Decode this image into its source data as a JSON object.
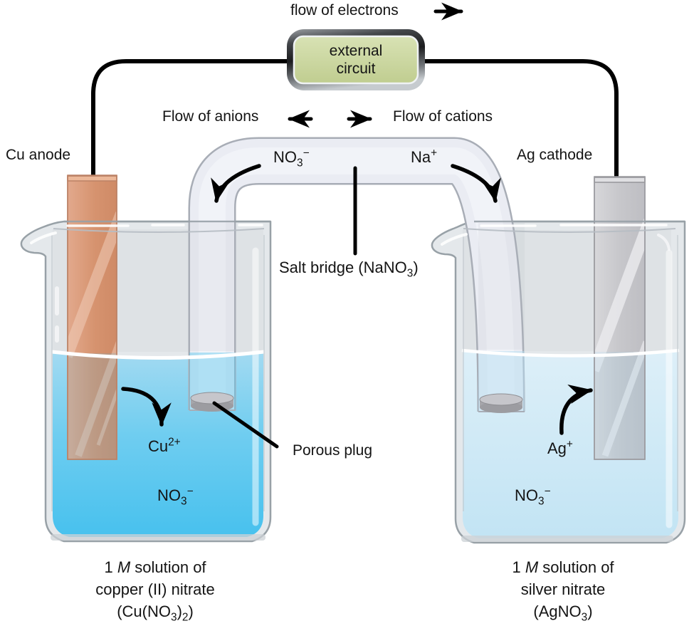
{
  "top": {
    "flow_of_electrons": "flow of electrons",
    "external_circuit": "external circuit"
  },
  "salt_bridge": {
    "flow_of_anions": "Flow of anions",
    "flow_of_cations": "Flow of cations",
    "label": [
      [
        "t",
        "Salt bridge (NaNO"
      ],
      [
        "s",
        "3"
      ],
      [
        "t",
        ")"
      ]
    ],
    "anion": [
      [
        "t",
        "NO"
      ],
      [
        "s",
        "3"
      ],
      [
        "p",
        "−"
      ]
    ],
    "cation": [
      [
        "t",
        "Na"
      ],
      [
        "p",
        "+"
      ]
    ],
    "porous_plug": "Porous plug"
  },
  "left_cell": {
    "electrode_label": "Cu anode",
    "cation": [
      [
        "t",
        "Cu"
      ],
      [
        "p",
        "2+"
      ]
    ],
    "anion": [
      [
        "t",
        "NO"
      ],
      [
        "s",
        "3"
      ],
      [
        "p",
        "−"
      ]
    ],
    "caption": [
      [
        [
          "t",
          "1 "
        ],
        [
          "i",
          "M"
        ],
        [
          "t",
          " solution of"
        ]
      ],
      [
        [
          "t",
          "copper (II) nitrate"
        ]
      ],
      [
        [
          "t",
          "(Cu(NO"
        ],
        [
          "s",
          "3"
        ],
        [
          "t",
          ")"
        ],
        [
          "s",
          "2"
        ],
        [
          "t",
          ")"
        ]
      ]
    ]
  },
  "right_cell": {
    "electrode_label": "Ag cathode",
    "cation": [
      [
        "t",
        "Ag"
      ],
      [
        "p",
        "+"
      ]
    ],
    "anion": [
      [
        "t",
        "NO"
      ],
      [
        "s",
        "3"
      ],
      [
        "p",
        "−"
      ]
    ],
    "caption": [
      [
        [
          "t",
          "1 "
        ],
        [
          "i",
          "M"
        ],
        [
          "t",
          " solution of"
        ]
      ],
      [
        [
          "t",
          "silver nitrate"
        ]
      ],
      [
        [
          "t",
          "(AgNO"
        ],
        [
          "s",
          "3"
        ],
        [
          "t",
          ")"
        ]
      ]
    ]
  },
  "colors": {
    "wire": "#000000",
    "circuit_panel_green": "#c9d6a3",
    "copper_electrode": "#d9976f",
    "silver_electrode": "#c8c8cc",
    "left_solution": "#4ec4ee",
    "right_solution": "#cde7f5",
    "salt_bridge_tube": "#eaecf3",
    "porous_plug": "#a6a6ab",
    "glass": "#e4e8eb"
  }
}
